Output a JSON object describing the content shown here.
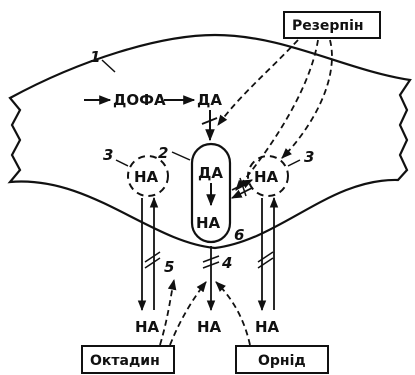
{
  "diagram": {
    "labels": {
      "dofa": "ДОФА",
      "da_top": "ДА",
      "da_vesicle": "ДА",
      "na_vesicle": "НА",
      "na_left": "НА",
      "na_right": "НА",
      "na_bottom_left": "НА",
      "na_bottom_center": "НА",
      "na_bottom_right": "НА"
    },
    "numbers": {
      "n1": "1",
      "n2": "2",
      "n3_left": "3",
      "n3_right": "3",
      "n4": "4",
      "n5": "5",
      "n6": "6"
    },
    "drugs": {
      "reserpine": "Резерпін",
      "octadine": "Октадин",
      "ornid": "Орнід"
    }
  }
}
